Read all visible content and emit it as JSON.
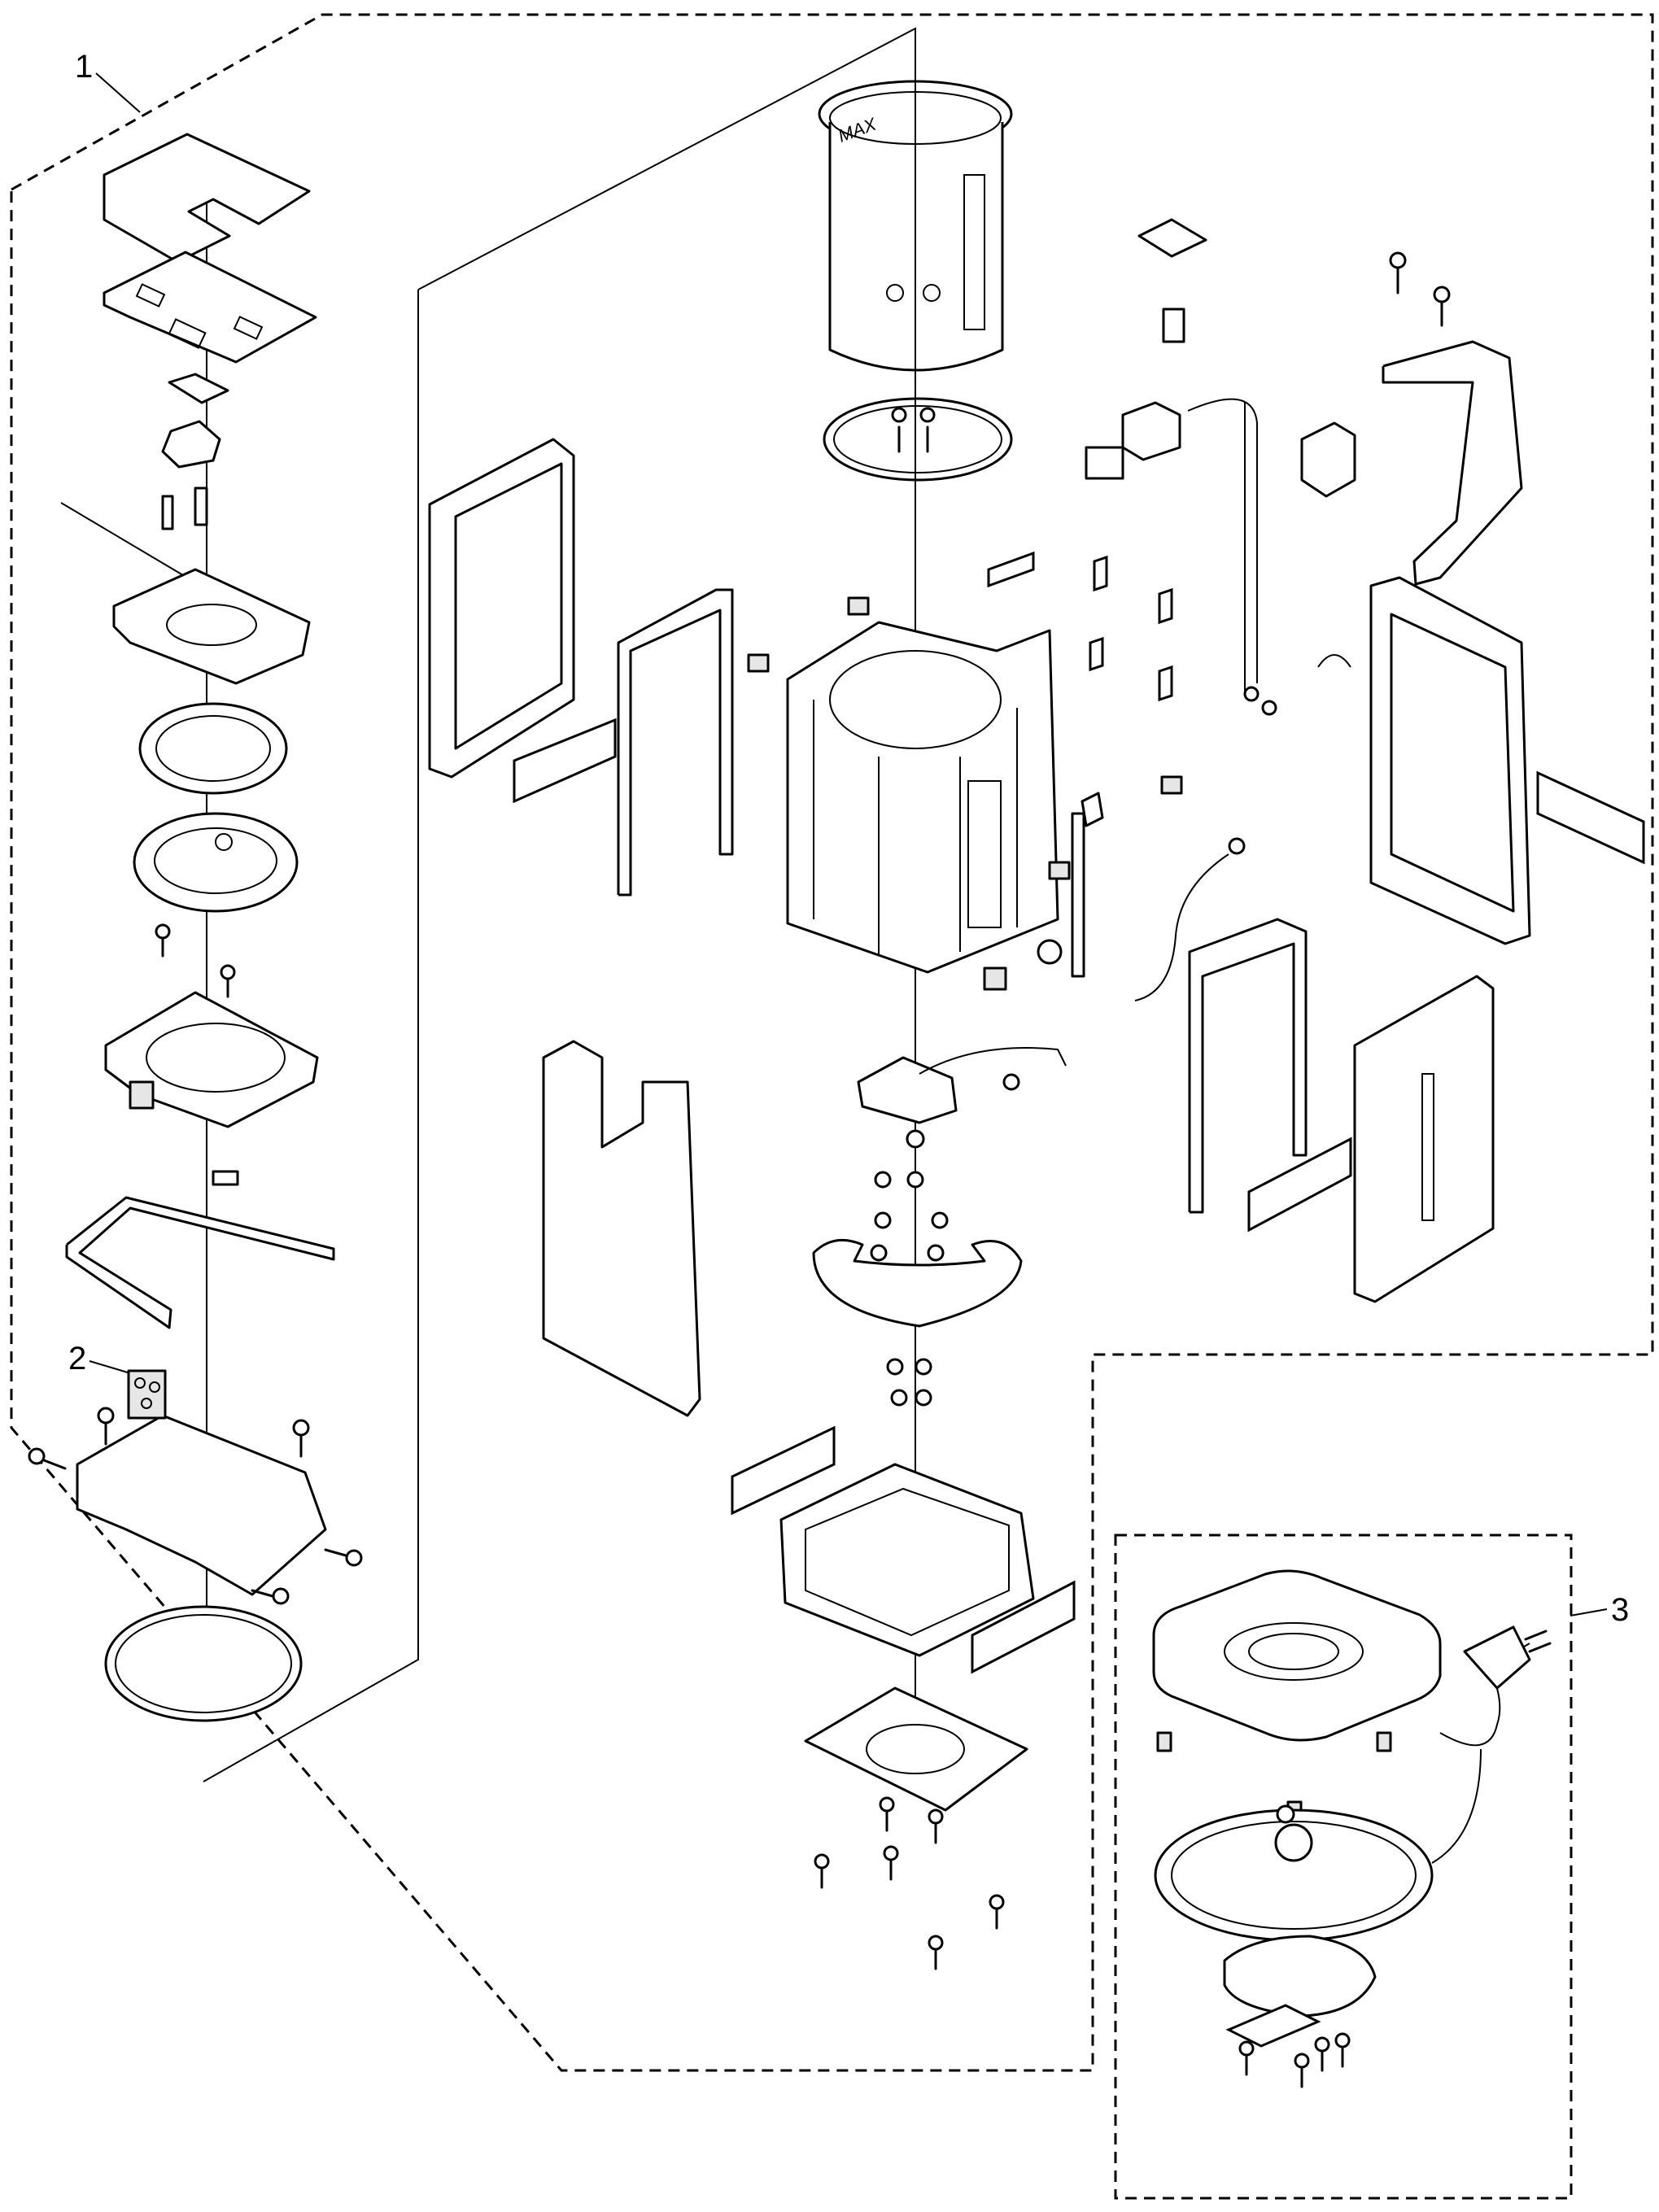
{
  "diagram": {
    "callouts": [
      {
        "id": "callout-1",
        "text": "1"
      },
      {
        "id": "callout-2",
        "text": "2"
      },
      {
        "id": "callout-3",
        "text": "3"
      }
    ],
    "jug_marking": "MAX"
  }
}
